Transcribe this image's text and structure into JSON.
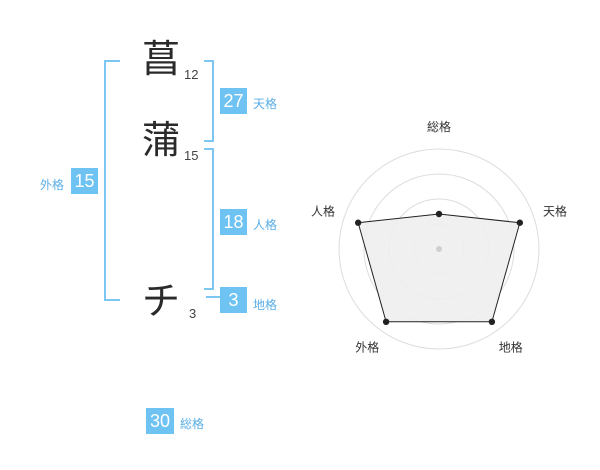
{
  "name": {
    "chars": [
      {
        "char": "菖",
        "strokes": "12"
      },
      {
        "char": "蒲",
        "strokes": "15"
      },
      {
        "char": "チ",
        "strokes": "3"
      }
    ]
  },
  "fortune": {
    "tenkaku": {
      "value": "27",
      "label": "天格"
    },
    "jinkaku": {
      "value": "18",
      "label": "人格"
    },
    "chikaku": {
      "value": "3",
      "label": "地格"
    },
    "gaikaku": {
      "value": "15",
      "label": "外格"
    },
    "soukaku": {
      "value": "30",
      "label": "総格"
    }
  },
  "colors": {
    "accent": "#6ec3f3",
    "bracket": "#7cc6f2",
    "radar_fill": "#eeeeee",
    "radar_line": "#222222"
  },
  "chart_data": {
    "type": "radar",
    "axes": [
      "総格",
      "天格",
      "地格",
      "外格",
      "人格"
    ],
    "values": [
      0.35,
      0.85,
      0.9,
      0.9,
      0.85
    ],
    "scale": "0-1",
    "rings": 4
  }
}
